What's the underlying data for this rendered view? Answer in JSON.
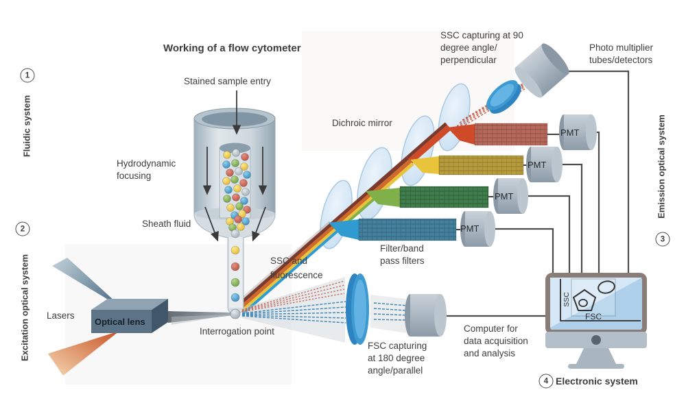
{
  "title": "Working of a flow cytometer",
  "systems": {
    "fluidic": {
      "num": "1",
      "label": "Fluidic system"
    },
    "excitation": {
      "num": "2",
      "label": "Excitation optical system"
    },
    "emission": {
      "num": "3",
      "label": "Emission optical system"
    },
    "electronic": {
      "num": "4",
      "label": "Electronic system"
    }
  },
  "labels": {
    "stained_sample_entry": "Stained sample entry",
    "hydrodynamic_focusing": "Hydrodynamic\nfocusing",
    "sheath_fluid": "Sheath fluid",
    "lasers": "Lasers",
    "optical_lens": "Optical lens",
    "interrogation_point": "Interrogation point",
    "ssc_and_fluorescence": "SSC and\nfluorescence",
    "dichroic_mirror": "Dichroic mirror",
    "ssc_capturing": "SSC capturing at 90\ndegree angle/\nperpendicular",
    "photo_multiplier": "Photo multiplier\ntubes/detectors",
    "filter_band_pass": "Filter/band\npass filters",
    "fsc_capturing": "FSC capturing\nat 180 degree\nangle/parallel",
    "computer": "Computer for\ndata acquisition\nand analysis",
    "pmt": "PMT"
  },
  "screen_plot": {
    "y_axis": "SSC",
    "x_axis": "FSC"
  },
  "colors": {
    "beam_maroon": "#7b3a2c",
    "beam_orange": "#d06a2a",
    "beam_yellow": "#e9c43a",
    "beam_teal": "#2f9bd0",
    "beam_green": "#7fb04a",
    "beam_red": "#cf4a28",
    "filter_red": "#b4695a",
    "filter_yellow": "#b59b3c",
    "filter_green": "#3f7d4b",
    "filter_teal": "#44809b",
    "lens_blue": "#3d9ad1",
    "mirror_blue": "#d7e8f7",
    "metal_gray": "#9aa7b3",
    "text": "#3d3d3d"
  }
}
